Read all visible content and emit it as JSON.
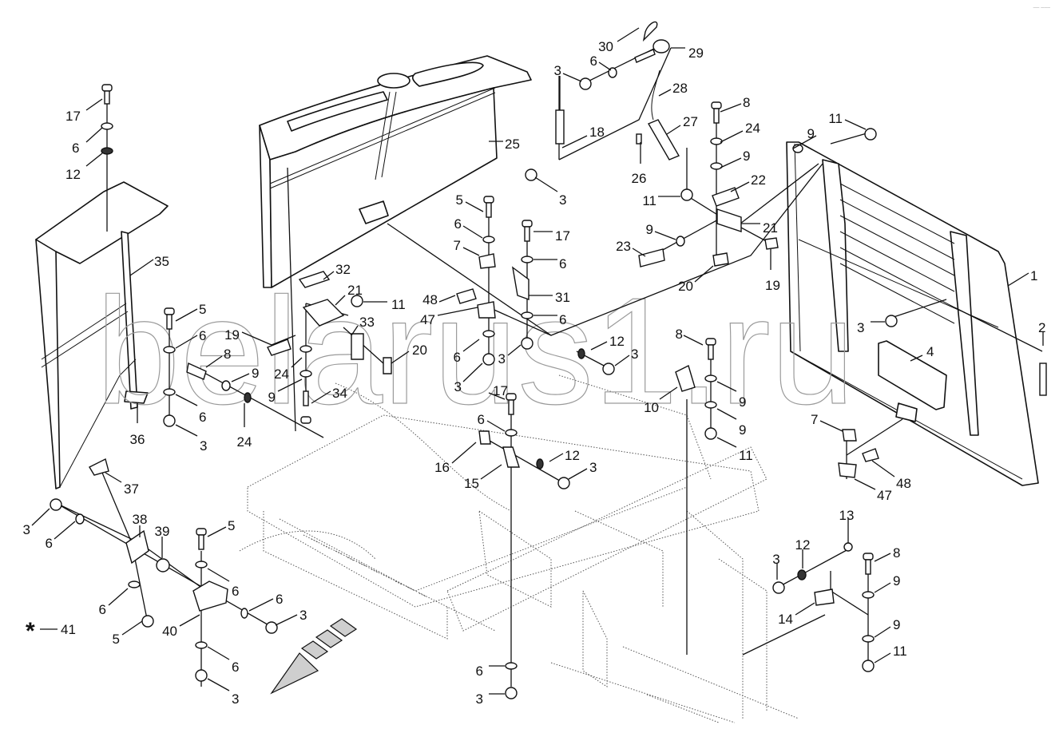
{
  "diagram": {
    "subject": "Tractor hood / front grille assembly — exploded parts view",
    "watermark": "belarus1.ru",
    "corner_mark": "‒‒ ‒‒‒",
    "footnote_marker": {
      "symbol": "*",
      "number": "41"
    },
    "callouts": [
      {
        "id": "c30",
        "number": "30"
      },
      {
        "id": "c29",
        "number": "29"
      },
      {
        "id": "c6a",
        "number": "6"
      },
      {
        "id": "c3a",
        "number": "3"
      },
      {
        "id": "c28",
        "number": "28"
      },
      {
        "id": "c27",
        "number": "27"
      },
      {
        "id": "c18",
        "number": "18"
      },
      {
        "id": "c26",
        "number": "26"
      },
      {
        "id": "c3b",
        "number": "3"
      },
      {
        "id": "c8a",
        "number": "8"
      },
      {
        "id": "c24a",
        "number": "24"
      },
      {
        "id": "c9a",
        "number": "9"
      },
      {
        "id": "c22",
        "number": "22"
      },
      {
        "id": "c11a",
        "number": "11"
      },
      {
        "id": "c21a",
        "number": "21"
      },
      {
        "id": "c9b",
        "number": "9"
      },
      {
        "id": "c23",
        "number": "23"
      },
      {
        "id": "c20a",
        "number": "20"
      },
      {
        "id": "c19a",
        "number": "19"
      },
      {
        "id": "c11b",
        "number": "11"
      },
      {
        "id": "c9c",
        "number": "9"
      },
      {
        "id": "c1",
        "number": "1"
      },
      {
        "id": "c2",
        "number": "2"
      },
      {
        "id": "c3c",
        "number": "3"
      },
      {
        "id": "c4",
        "number": "4"
      },
      {
        "id": "c7a",
        "number": "7"
      },
      {
        "id": "c48a",
        "number": "48"
      },
      {
        "id": "c47a",
        "number": "47"
      },
      {
        "id": "c25",
        "number": "25"
      },
      {
        "id": "c17a",
        "number": "17"
      },
      {
        "id": "c6b",
        "number": "6"
      },
      {
        "id": "c12a",
        "number": "12"
      },
      {
        "id": "c35",
        "number": "35"
      },
      {
        "id": "c5a",
        "number": "5"
      },
      {
        "id": "c6c",
        "number": "6"
      },
      {
        "id": "c6d",
        "number": "6"
      },
      {
        "id": "c3d",
        "number": "3"
      },
      {
        "id": "c36",
        "number": "36"
      },
      {
        "id": "c8b",
        "number": "8"
      },
      {
        "id": "c9d",
        "number": "9"
      },
      {
        "id": "c24b",
        "number": "24"
      },
      {
        "id": "c19b",
        "number": "19"
      },
      {
        "id": "c24c",
        "number": "24"
      },
      {
        "id": "c9e",
        "number": "9"
      },
      {
        "id": "c34",
        "number": "34"
      },
      {
        "id": "c32",
        "number": "32"
      },
      {
        "id": "c21b",
        "number": "21"
      },
      {
        "id": "c11c",
        "number": "11"
      },
      {
        "id": "c33",
        "number": "33"
      },
      {
        "id": "c20b",
        "number": "20"
      },
      {
        "id": "c5b",
        "number": "5"
      },
      {
        "id": "c6e",
        "number": "6"
      },
      {
        "id": "c7b",
        "number": "7"
      },
      {
        "id": "c17b",
        "number": "17"
      },
      {
        "id": "c6f",
        "number": "6"
      },
      {
        "id": "c31",
        "number": "31"
      },
      {
        "id": "c6g",
        "number": "6"
      },
      {
        "id": "c48b",
        "number": "48"
      },
      {
        "id": "c47b",
        "number": "47"
      },
      {
        "id": "c6h",
        "number": "6"
      },
      {
        "id": "c3e",
        "number": "3"
      },
      {
        "id": "c3f",
        "number": "3"
      },
      {
        "id": "c12b",
        "number": "12"
      },
      {
        "id": "c3g",
        "number": "3"
      },
      {
        "id": "c8c",
        "number": "8"
      },
      {
        "id": "c10",
        "number": "10"
      },
      {
        "id": "c9f",
        "number": "9"
      },
      {
        "id": "c9g",
        "number": "9"
      },
      {
        "id": "c11d",
        "number": "11"
      },
      {
        "id": "c17c",
        "number": "17"
      },
      {
        "id": "c6i",
        "number": "6"
      },
      {
        "id": "c16",
        "number": "16"
      },
      {
        "id": "c15",
        "number": "15"
      },
      {
        "id": "c12c",
        "number": "12"
      },
      {
        "id": "c3h",
        "number": "3"
      },
      {
        "id": "c37",
        "number": "37"
      },
      {
        "id": "c3i",
        "number": "3"
      },
      {
        "id": "c6j",
        "number": "6"
      },
      {
        "id": "c38",
        "number": "38"
      },
      {
        "id": "c39",
        "number": "39"
      },
      {
        "id": "c5c",
        "number": "5"
      },
      {
        "id": "c6k",
        "number": "6"
      },
      {
        "id": "c6l",
        "number": "6"
      },
      {
        "id": "c3j",
        "number": "3"
      },
      {
        "id": "c6m",
        "number": "6"
      },
      {
        "id": "c5d",
        "number": "5"
      },
      {
        "id": "c40",
        "number": "40"
      },
      {
        "id": "c6n",
        "number": "6"
      },
      {
        "id": "c3k",
        "number": "3"
      },
      {
        "id": "c6o",
        "number": "6"
      },
      {
        "id": "c3l",
        "number": "3"
      },
      {
        "id": "c13",
        "number": "13"
      },
      {
        "id": "c3m",
        "number": "3"
      },
      {
        "id": "c12d",
        "number": "12"
      },
      {
        "id": "c8d",
        "number": "8"
      },
      {
        "id": "c9h",
        "number": "9"
      },
      {
        "id": "c14",
        "number": "14"
      },
      {
        "id": "c9i",
        "number": "9"
      },
      {
        "id": "c11e",
        "number": "11"
      }
    ]
  }
}
